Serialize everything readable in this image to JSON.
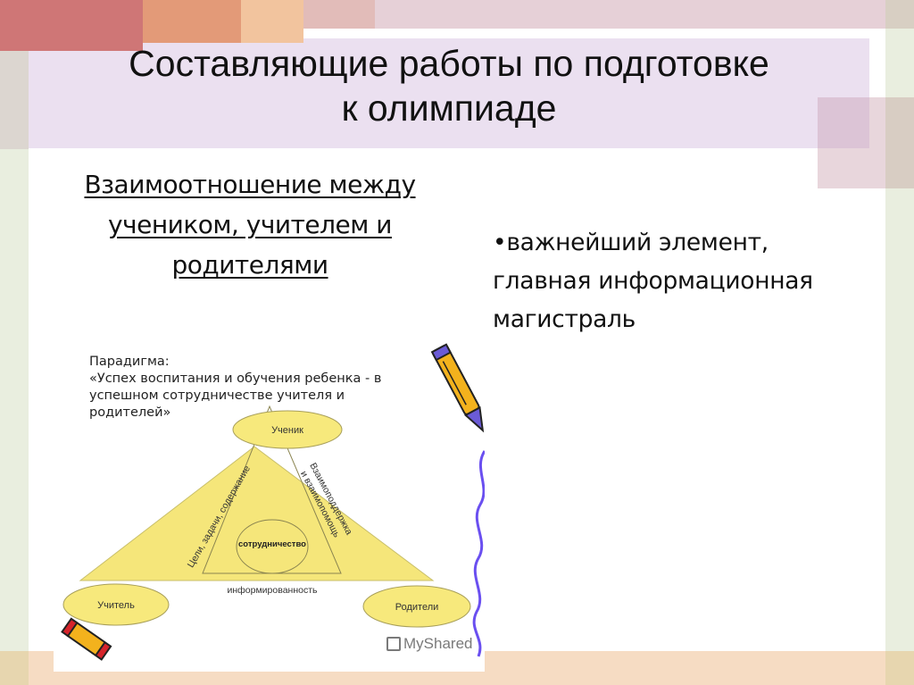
{
  "slide": {
    "title_line1": "Составляющие работы по подготовке",
    "title_line2": "к олимпиаде",
    "subheading_line1": "Взаимоотношение между",
    "subheading_line2": "учеником, учителем и",
    "subheading_line3": "родителями",
    "bullet_line1": "•важнейший элемент,",
    "bullet_line2": "главная информационная",
    "bullet_line3": "магистраль"
  },
  "diagram": {
    "paradigm_label": "Парадигма:",
    "paradigm_line1": "«Успех воспитания и обучения ребенка - в",
    "paradigm_line2": "успешном сотрудничестве учителя и",
    "paradigm_line3": "родителей»",
    "node_top": "Ученик",
    "node_left": "Учитель",
    "node_right": "Родители",
    "edge_left": "Цели, задачи, содержание",
    "edge_right_line1": "Взаимоподдержка",
    "edge_right_line2": "и взаимопомощь",
    "edge_bottom": "информированность",
    "center": "сотрудничество",
    "watermark": "MyShared"
  },
  "colors": {
    "triangle_fill": "#f5e67a",
    "ellipse_fill": "#f7e97c",
    "outline": "#9b9560",
    "title_bg": "#ebe0f0",
    "squiggle": "#6a4ff0"
  }
}
